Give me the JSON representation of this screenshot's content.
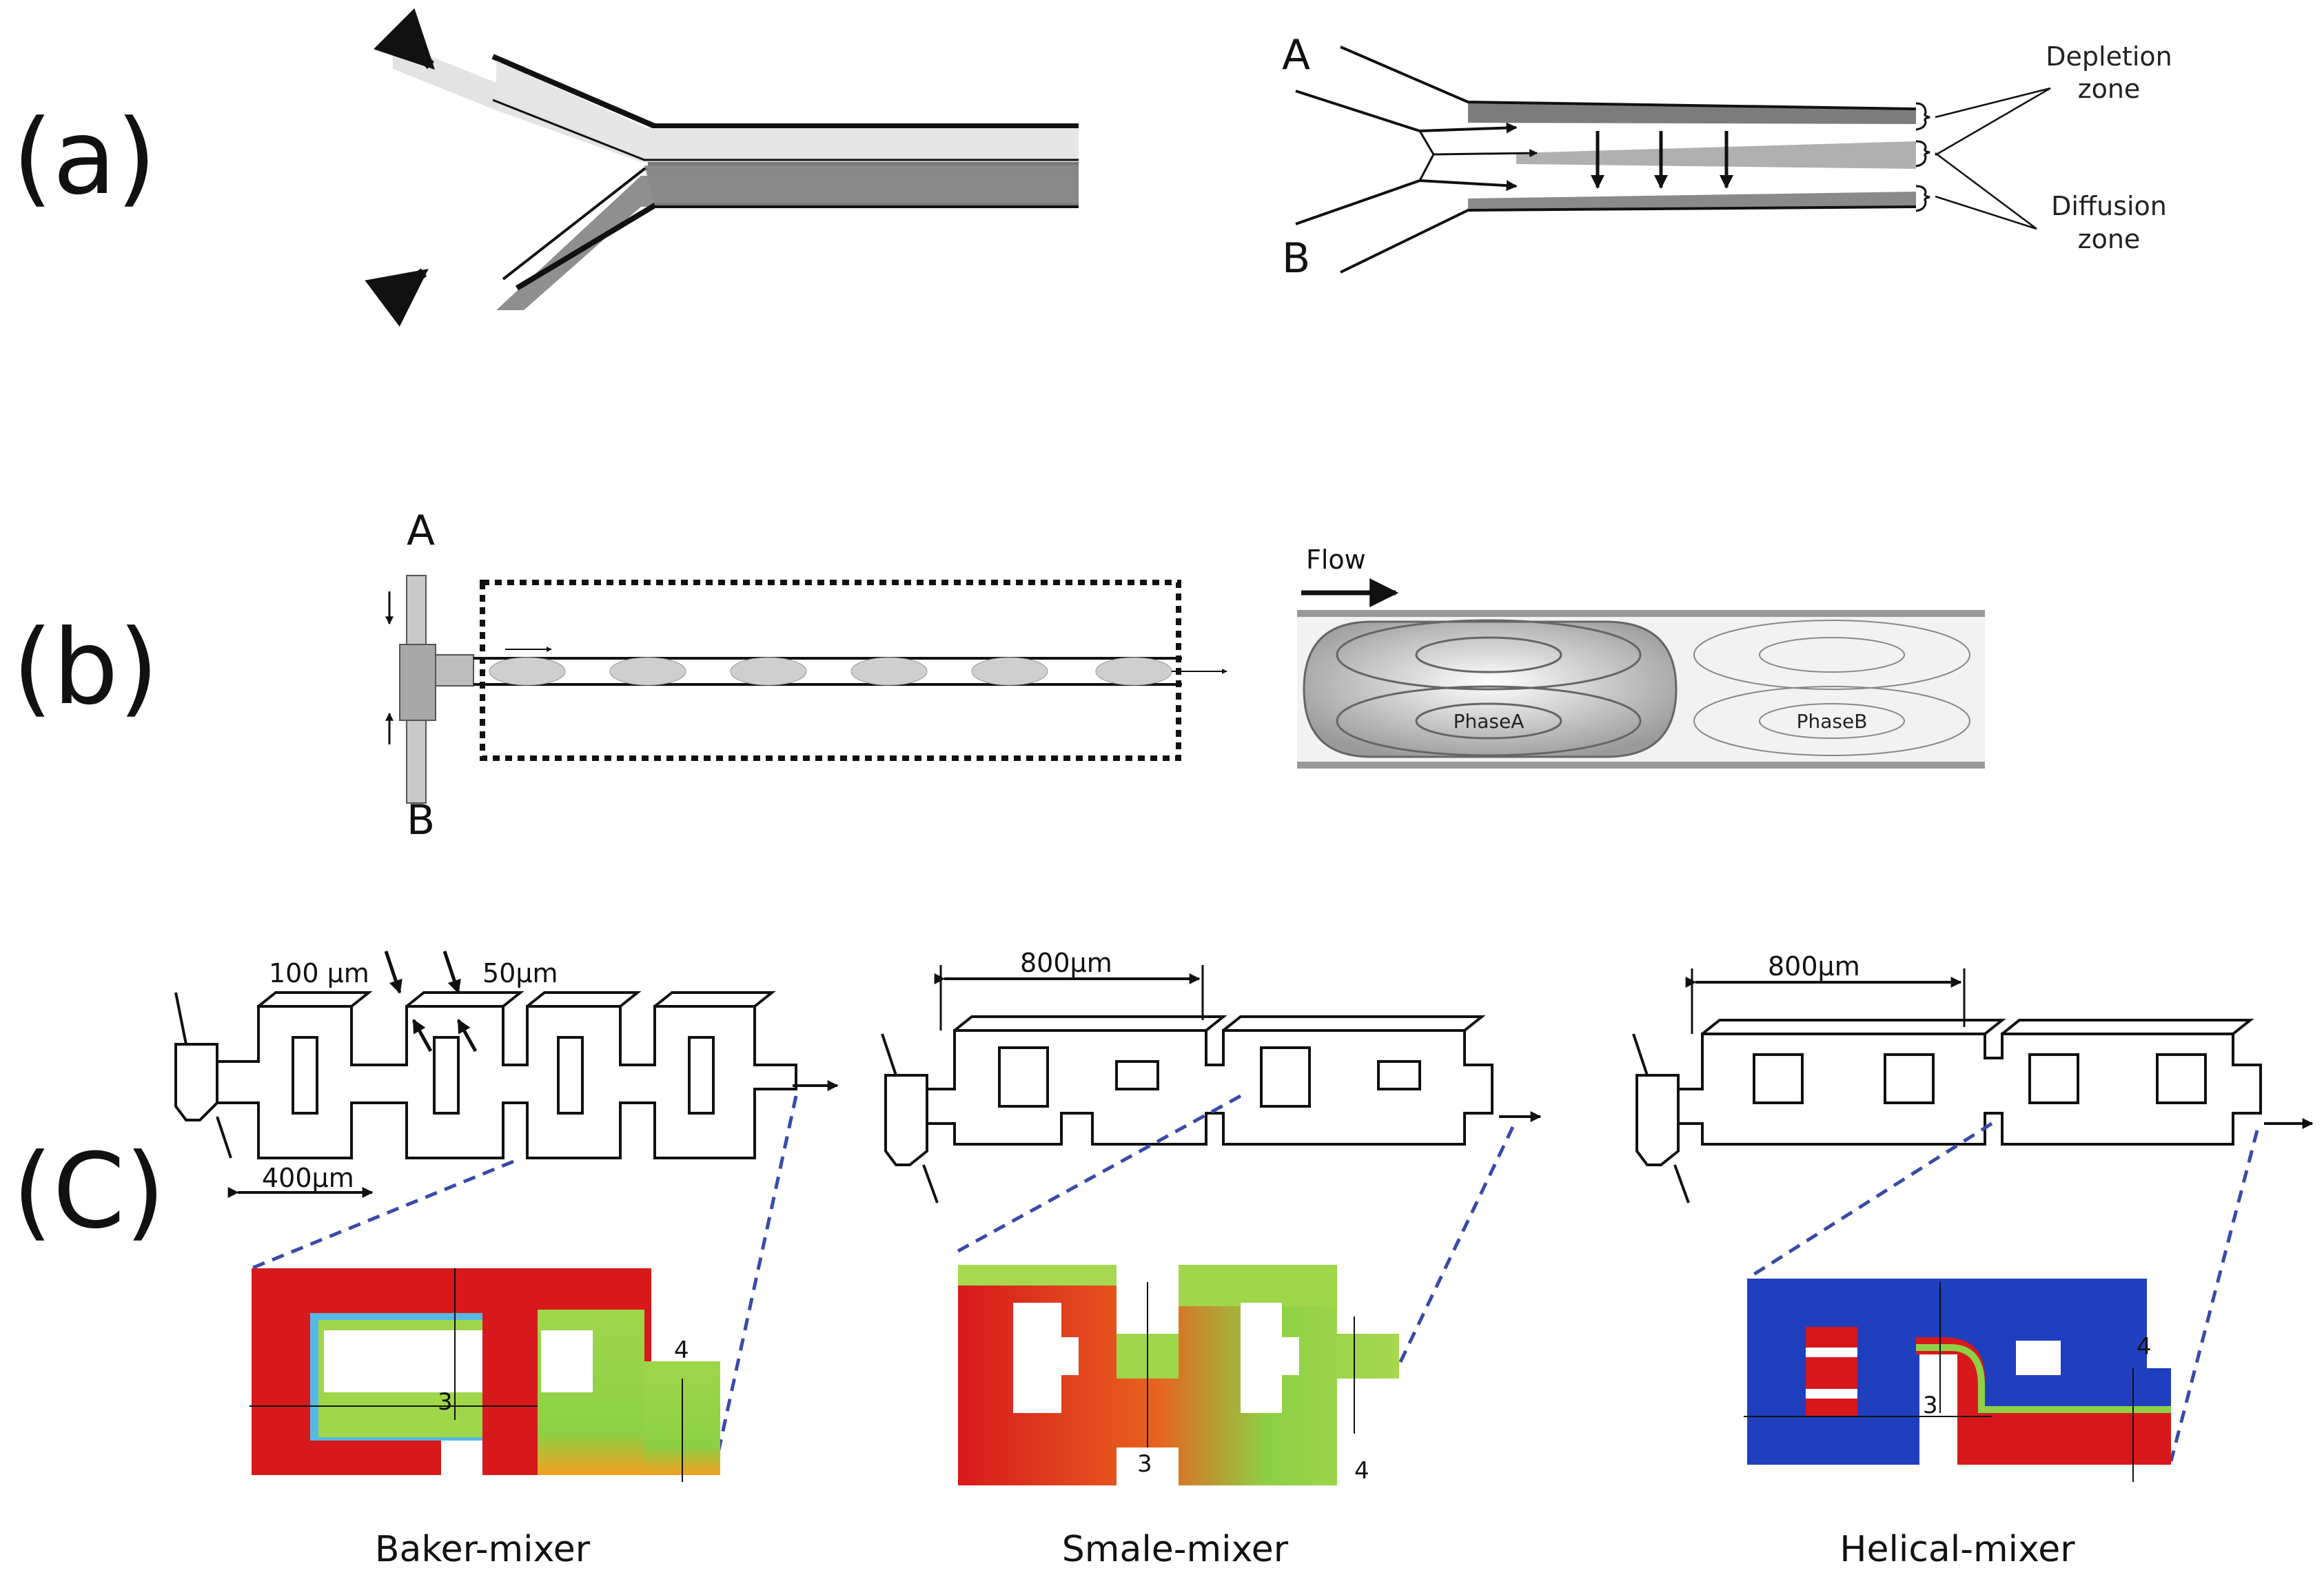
{
  "panels": {
    "a": {
      "label": "(a)",
      "inlet_a": "A",
      "inlet_b": "B",
      "depletion_zone": [
        "Depletion",
        "zone"
      ],
      "diffusion_zone": [
        "Diffusion",
        "zone"
      ]
    },
    "b": {
      "label": "(b)",
      "inlet_a": "A",
      "inlet_b": "B",
      "flow": "Flow",
      "phase_a": "PhaseA",
      "phase_b": "PhaseB"
    },
    "c": {
      "label": "(C)",
      "dims": {
        "width_100": "100 μm",
        "width_50": "50μm",
        "pitch_400": "400μm",
        "pitch_800_smale": "800μm",
        "pitch_800_helical": "800μm"
      },
      "section_labels": {
        "baker_3": "3",
        "baker_4": "4",
        "smale_3": "3",
        "smale_4": "4",
        "helical_3": "3",
        "helical_4": "4"
      },
      "captions": {
        "baker": "Baker-mixer",
        "smale": "Smale-mixer",
        "helical": "Helical-mixer"
      }
    }
  },
  "colors": {
    "red": "#d7191c",
    "blue": "#1f3fbf",
    "green": "#8dd045",
    "orange": "#e8621f",
    "dash": "#3a4aa8"
  }
}
